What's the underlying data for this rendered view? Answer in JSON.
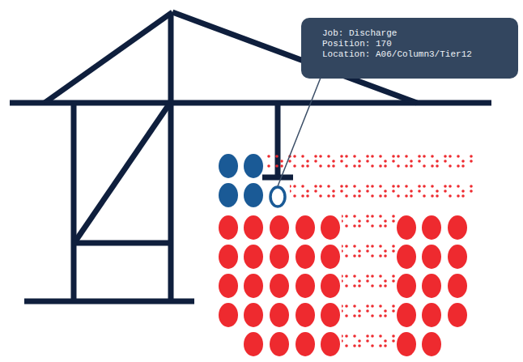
{
  "diagram": {
    "nodes": [
      {
        "text": [
          "Job: Discharge",
          "Position: 170",
          "Location: A06/Column3/Tier12"
        ]
      }
    ]
  }
}
